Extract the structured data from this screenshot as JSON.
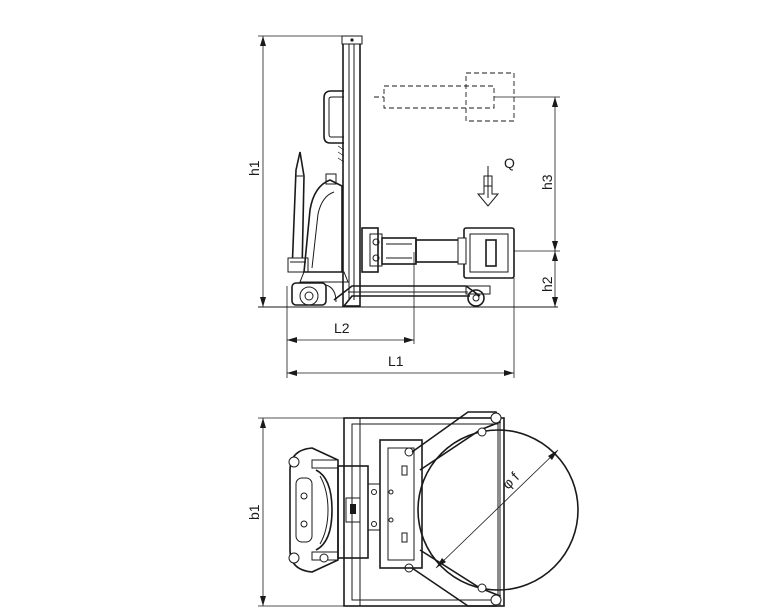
{
  "side_view": {
    "labels": {
      "h1": "h1",
      "h2": "h2",
      "h3": "h3",
      "load": "Q",
      "L1": "L1",
      "L2": "L2"
    }
  },
  "top_view": {
    "labels": {
      "b1": "b1",
      "diameter": "φ f"
    }
  }
}
